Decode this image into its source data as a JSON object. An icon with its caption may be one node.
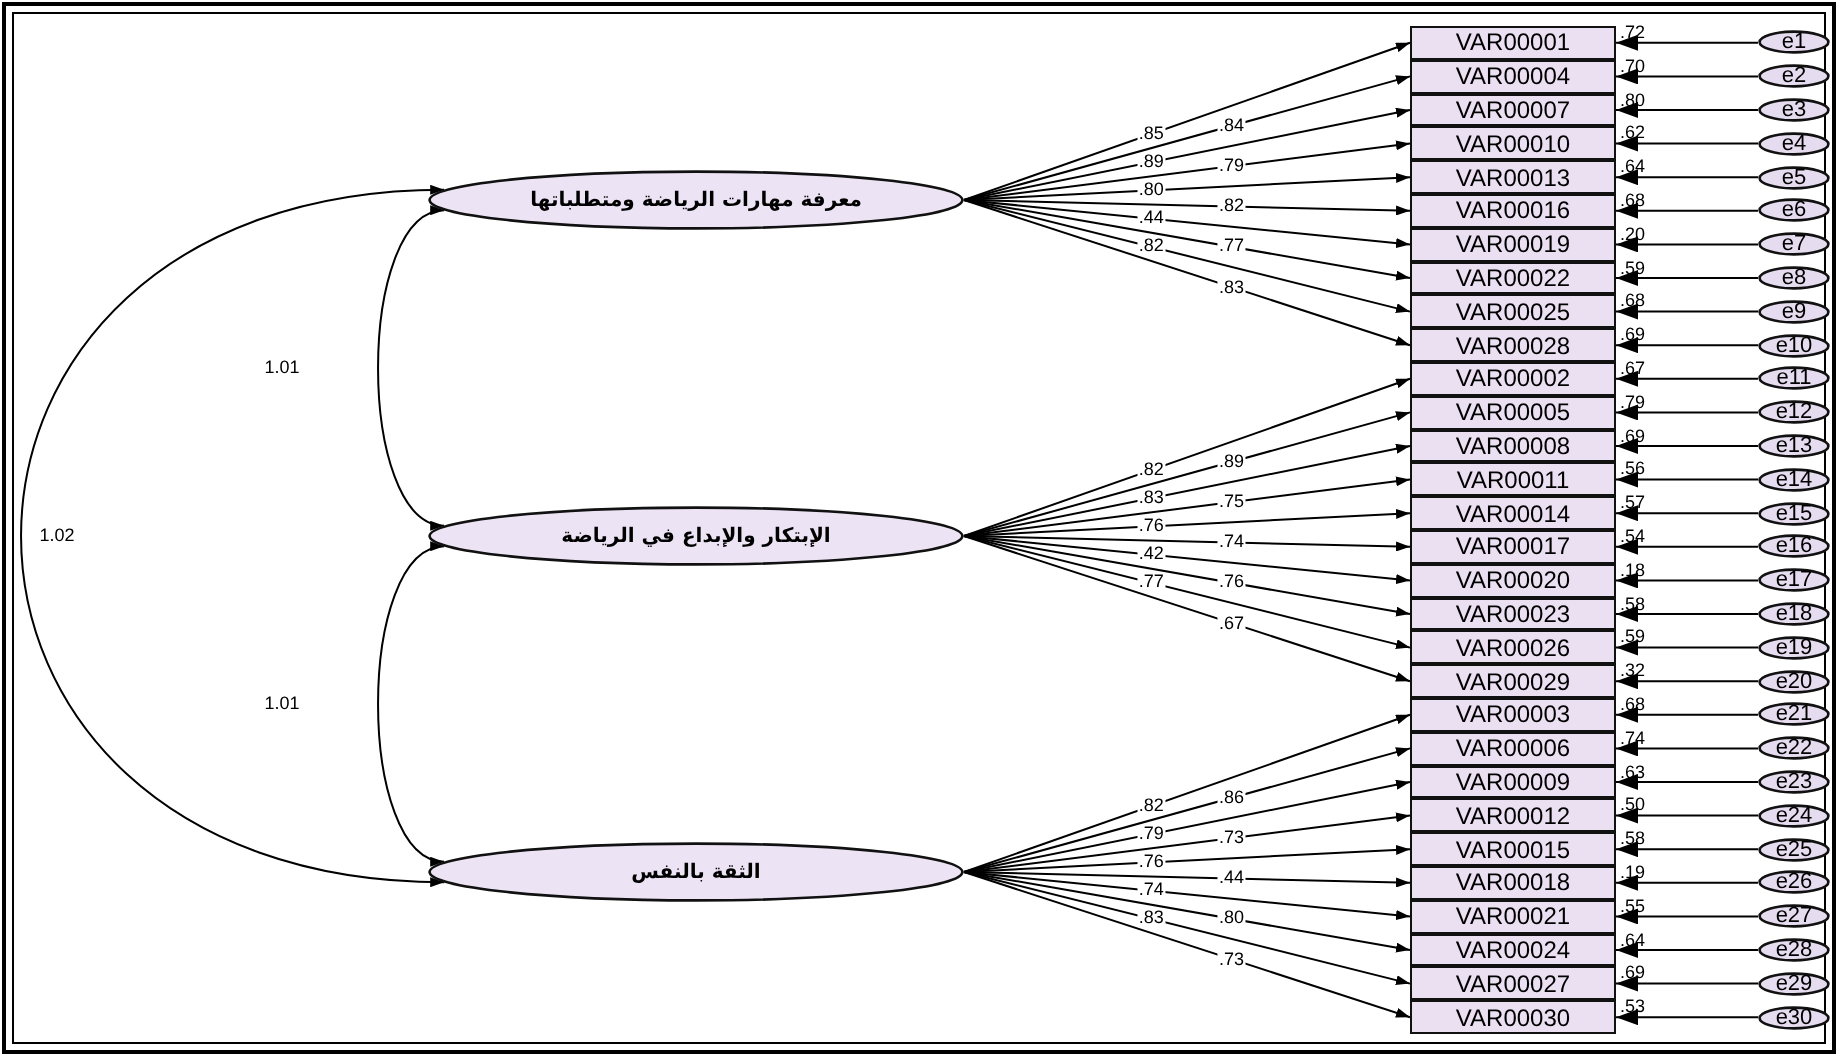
{
  "diagram": {
    "nodes": [
      {
        "text": [
          "معرفة مهارات الرياضة ومتطلباتها"
        ]
      },
      {
        "text": [
          "الإبتكار والإبداع في الرياضة"
        ]
      },
      {
        "text": [
          "الثقة بالنفس"
        ]
      },
      {
        "text": [
          "VAR00001"
        ],
        "beside": [
          ".72"
        ]
      },
      {
        "text": [
          "VAR00004"
        ],
        "beside": [
          ".70"
        ]
      },
      {
        "text": [
          "VAR00007"
        ],
        "beside": [
          ".80"
        ]
      },
      {
        "text": [
          "VAR00010"
        ],
        "beside": [
          ".62"
        ]
      },
      {
        "text": [
          "VAR00013"
        ],
        "beside": [
          ".64"
        ]
      },
      {
        "text": [
          "VAR00016"
        ],
        "beside": [
          ".68"
        ]
      },
      {
        "text": [
          "VAR00019"
        ],
        "beside": [
          ".20"
        ]
      },
      {
        "text": [
          "VAR00022"
        ],
        "beside": [
          ".59"
        ]
      },
      {
        "text": [
          "VAR00025"
        ],
        "beside": [
          ".68"
        ]
      },
      {
        "text": [
          "VAR00028"
        ],
        "beside": [
          ".69"
        ]
      },
      {
        "text": [
          "VAR00002"
        ],
        "beside": [
          ".67"
        ]
      },
      {
        "text": [
          "VAR00005"
        ],
        "beside": [
          ".79"
        ]
      },
      {
        "text": [
          "VAR00008"
        ],
        "beside": [
          ".69"
        ]
      },
      {
        "text": [
          "VAR00011"
        ],
        "beside": [
          ".56"
        ]
      },
      {
        "text": [
          "VAR00014"
        ],
        "beside": [
          ".57"
        ]
      },
      {
        "text": [
          "VAR00017"
        ],
        "beside": [
          ".54"
        ]
      },
      {
        "text": [
          "VAR00020"
        ],
        "beside": [
          ".18"
        ]
      },
      {
        "text": [
          "VAR00023"
        ],
        "beside": [
          ".58"
        ]
      },
      {
        "text": [
          "VAR00026"
        ],
        "beside": [
          ".59"
        ]
      },
      {
        "text": [
          "VAR00029"
        ],
        "beside": [
          ".32"
        ]
      },
      {
        "text": [
          "VAR00003"
        ],
        "beside": [
          ".68"
        ]
      },
      {
        "text": [
          "VAR00006"
        ],
        "beside": [
          ".74"
        ]
      },
      {
        "text": [
          "VAR00009"
        ],
        "beside": [
          ".63"
        ]
      },
      {
        "text": [
          "VAR00012"
        ],
        "beside": [
          ".50"
        ]
      },
      {
        "text": [
          "VAR00015"
        ],
        "beside": [
          ".58"
        ]
      },
      {
        "text": [
          "VAR00018"
        ],
        "beside": [
          ".19"
        ]
      },
      {
        "text": [
          "VAR00021"
        ],
        "beside": [
          ".55"
        ]
      },
      {
        "text": [
          "VAR00024"
        ],
        "beside": [
          ".64"
        ]
      },
      {
        "text": [
          "VAR00027"
        ],
        "beside": [
          ".69"
        ]
      },
      {
        "text": [
          "VAR00030"
        ],
        "beside": [
          ".53"
        ]
      },
      {
        "text": [
          "e1"
        ]
      },
      {
        "text": [
          "e2"
        ]
      },
      {
        "text": [
          "e3"
        ]
      },
      {
        "text": [
          "e4"
        ]
      },
      {
        "text": [
          "e5"
        ]
      },
      {
        "text": [
          "e6"
        ]
      },
      {
        "text": [
          "e7"
        ]
      },
      {
        "text": [
          "e8"
        ]
      },
      {
        "text": [
          "e9"
        ]
      },
      {
        "text": [
          "e10"
        ]
      },
      {
        "text": [
          "e11"
        ]
      },
      {
        "text": [
          "e12"
        ]
      },
      {
        "text": [
          "e13"
        ]
      },
      {
        "text": [
          "e14"
        ]
      },
      {
        "text": [
          "e15"
        ]
      },
      {
        "text": [
          "e16"
        ]
      },
      {
        "text": [
          "e17"
        ]
      },
      {
        "text": [
          "e18"
        ]
      },
      {
        "text": [
          "e19"
        ]
      },
      {
        "text": [
          "e20"
        ]
      },
      {
        "text": [
          "e21"
        ]
      },
      {
        "text": [
          "e22"
        ]
      },
      {
        "text": [
          "e23"
        ]
      },
      {
        "text": [
          "e24"
        ]
      },
      {
        "text": [
          "e25"
        ]
      },
      {
        "text": [
          "e26"
        ]
      },
      {
        "text": [
          "e27"
        ]
      },
      {
        "text": [
          "e28"
        ]
      },
      {
        "text": [
          "e29"
        ]
      },
      {
        "text": [
          "e30"
        ]
      }
    ],
    "edges": [
      {
        "from": 0,
        "to": 3,
        "arrow": "to",
        "label": ".85"
      },
      {
        "from": 0,
        "to": 4,
        "arrow": "to",
        "label": ".84"
      },
      {
        "from": 0,
        "to": 5,
        "arrow": "to",
        "label": ".89"
      },
      {
        "from": 0,
        "to": 6,
        "arrow": "to",
        "label": ".79"
      },
      {
        "from": 0,
        "to": 7,
        "arrow": "to",
        "label": ".80"
      },
      {
        "from": 0,
        "to": 8,
        "arrow": "to",
        "label": ".82"
      },
      {
        "from": 0,
        "to": 9,
        "arrow": "to",
        "label": ".44"
      },
      {
        "from": 0,
        "to": 10,
        "arrow": "to",
        "label": ".77"
      },
      {
        "from": 0,
        "to": 11,
        "arrow": "to",
        "label": ".82"
      },
      {
        "from": 0,
        "to": 12,
        "arrow": "to",
        "label": ".83"
      },
      {
        "from": 1,
        "to": 13,
        "arrow": "to",
        "label": ".82"
      },
      {
        "from": 1,
        "to": 14,
        "arrow": "to",
        "label": ".89"
      },
      {
        "from": 1,
        "to": 15,
        "arrow": "to",
        "label": ".83"
      },
      {
        "from": 1,
        "to": 16,
        "arrow": "to",
        "label": ".75"
      },
      {
        "from": 1,
        "to": 17,
        "arrow": "to",
        "label": ".76"
      },
      {
        "from": 1,
        "to": 18,
        "arrow": "to",
        "label": ".74"
      },
      {
        "from": 1,
        "to": 19,
        "arrow": "to",
        "label": ".42"
      },
      {
        "from": 1,
        "to": 20,
        "arrow": "to",
        "label": ".76"
      },
      {
        "from": 1,
        "to": 21,
        "arrow": "to",
        "label": ".77"
      },
      {
        "from": 1,
        "to": 22,
        "arrow": "to",
        "label": ".67"
      },
      {
        "from": 2,
        "to": 23,
        "arrow": "to",
        "label": ".82"
      },
      {
        "from": 2,
        "to": 24,
        "arrow": "to",
        "label": ".86"
      },
      {
        "from": 2,
        "to": 25,
        "arrow": "to",
        "label": ".79"
      },
      {
        "from": 2,
        "to": 26,
        "arrow": "to",
        "label": ".73"
      },
      {
        "from": 2,
        "to": 27,
        "arrow": "to",
        "label": ".76"
      },
      {
        "from": 2,
        "to": 28,
        "arrow": "to",
        "label": ".44"
      },
      {
        "from": 2,
        "to": 29,
        "arrow": "to",
        "label": ".74"
      },
      {
        "from": 2,
        "to": 30,
        "arrow": "to",
        "label": ".80"
      },
      {
        "from": 2,
        "to": 31,
        "arrow": "to",
        "label": ".83"
      },
      {
        "from": 2,
        "to": 32,
        "arrow": "to",
        "label": ".73"
      },
      {
        "from": 33,
        "to": 3,
        "arrow": "to"
      },
      {
        "from": 34,
        "to": 4,
        "arrow": "to"
      },
      {
        "from": 35,
        "to": 5,
        "arrow": "to"
      },
      {
        "from": 36,
        "to": 6,
        "arrow": "to"
      },
      {
        "from": 37,
        "to": 7,
        "arrow": "to"
      },
      {
        "from": 38,
        "to": 8,
        "arrow": "to"
      },
      {
        "from": 39,
        "to": 9,
        "arrow": "to"
      },
      {
        "from": 40,
        "to": 10,
        "arrow": "to"
      },
      {
        "from": 41,
        "to": 11,
        "arrow": "to"
      },
      {
        "from": 42,
        "to": 12,
        "arrow": "to"
      },
      {
        "from": 43,
        "to": 13,
        "arrow": "to"
      },
      {
        "from": 44,
        "to": 14,
        "arrow": "to"
      },
      {
        "from": 45,
        "to": 15,
        "arrow": "to"
      },
      {
        "from": 46,
        "to": 16,
        "arrow": "to"
      },
      {
        "from": 47,
        "to": 17,
        "arrow": "to"
      },
      {
        "from": 48,
        "to": 18,
        "arrow": "to"
      },
      {
        "from": 49,
        "to": 19,
        "arrow": "to"
      },
      {
        "from": 50,
        "to": 20,
        "arrow": "to"
      },
      {
        "from": 51,
        "to": 21,
        "arrow": "to"
      },
      {
        "from": 52,
        "to": 22,
        "arrow": "to"
      },
      {
        "from": 53,
        "to": 23,
        "arrow": "to"
      },
      {
        "from": 54,
        "to": 24,
        "arrow": "to"
      },
      {
        "from": 55,
        "to": 25,
        "arrow": "to"
      },
      {
        "from": 56,
        "to": 26,
        "arrow": "to"
      },
      {
        "from": 57,
        "to": 27,
        "arrow": "to"
      },
      {
        "from": 58,
        "to": 28,
        "arrow": "to"
      },
      {
        "from": 59,
        "to": 29,
        "arrow": "to"
      },
      {
        "from": 60,
        "to": 30,
        "arrow": "to"
      },
      {
        "from": 61,
        "to": 31,
        "arrow": "to"
      },
      {
        "from": 62,
        "to": 32,
        "arrow": "to"
      },
      {
        "from": 0,
        "to": 1,
        "arrow": "both",
        "label": "1.01"
      },
      {
        "from": 1,
        "to": 2,
        "arrow": "both",
        "label": "1.01"
      },
      {
        "from": 0,
        "to": 2,
        "arrow": "both",
        "label": "1.02"
      }
    ]
  }
}
